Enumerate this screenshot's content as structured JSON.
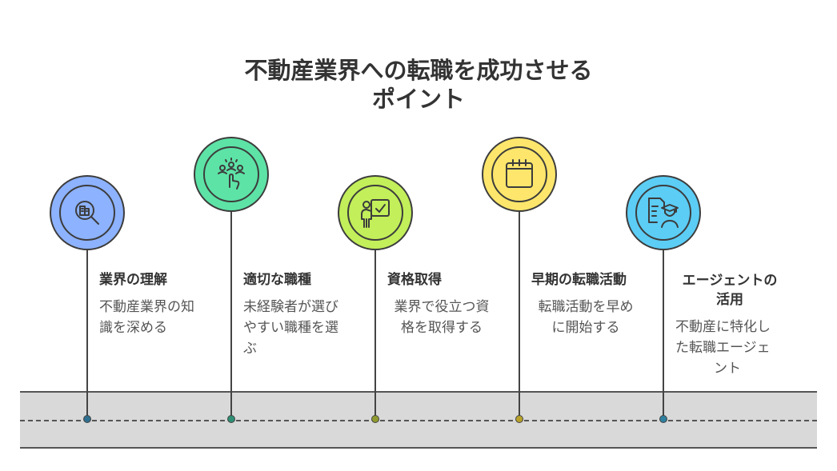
{
  "title_lines": [
    "不動産業界への転職を成功させる",
    "ポイント"
  ],
  "steps": [
    {
      "title": "業界の理解",
      "desc_lines": [
        "不動産業界の知",
        "識を深める"
      ],
      "icon": "building-search-icon",
      "color": "#8db2ff"
    },
    {
      "title": "適切な職種",
      "desc_lines": [
        "未経験者が選び",
        "やすい職種を選",
        "ぶ"
      ],
      "icon": "people-select-icon",
      "color": "#5de3a6"
    },
    {
      "title": "資格取得",
      "desc_lines": [
        "業界で役立つ資",
        "格を取得する"
      ],
      "icon": "presenter-checkmark-icon",
      "color": "#c2ef5a"
    },
    {
      "title": "早期の転職活動",
      "desc_lines": [
        "転職活動を早め",
        "に開始する"
      ],
      "icon": "calendar-icon",
      "color": "#fde66b"
    },
    {
      "title_lines": [
        "エージェントの",
        "活用"
      ],
      "desc_lines": [
        "不動産に特化し",
        "た転職エージェ",
        "ント"
      ],
      "icon": "agent-document-icon",
      "color": "#5ccdf5"
    }
  ]
}
